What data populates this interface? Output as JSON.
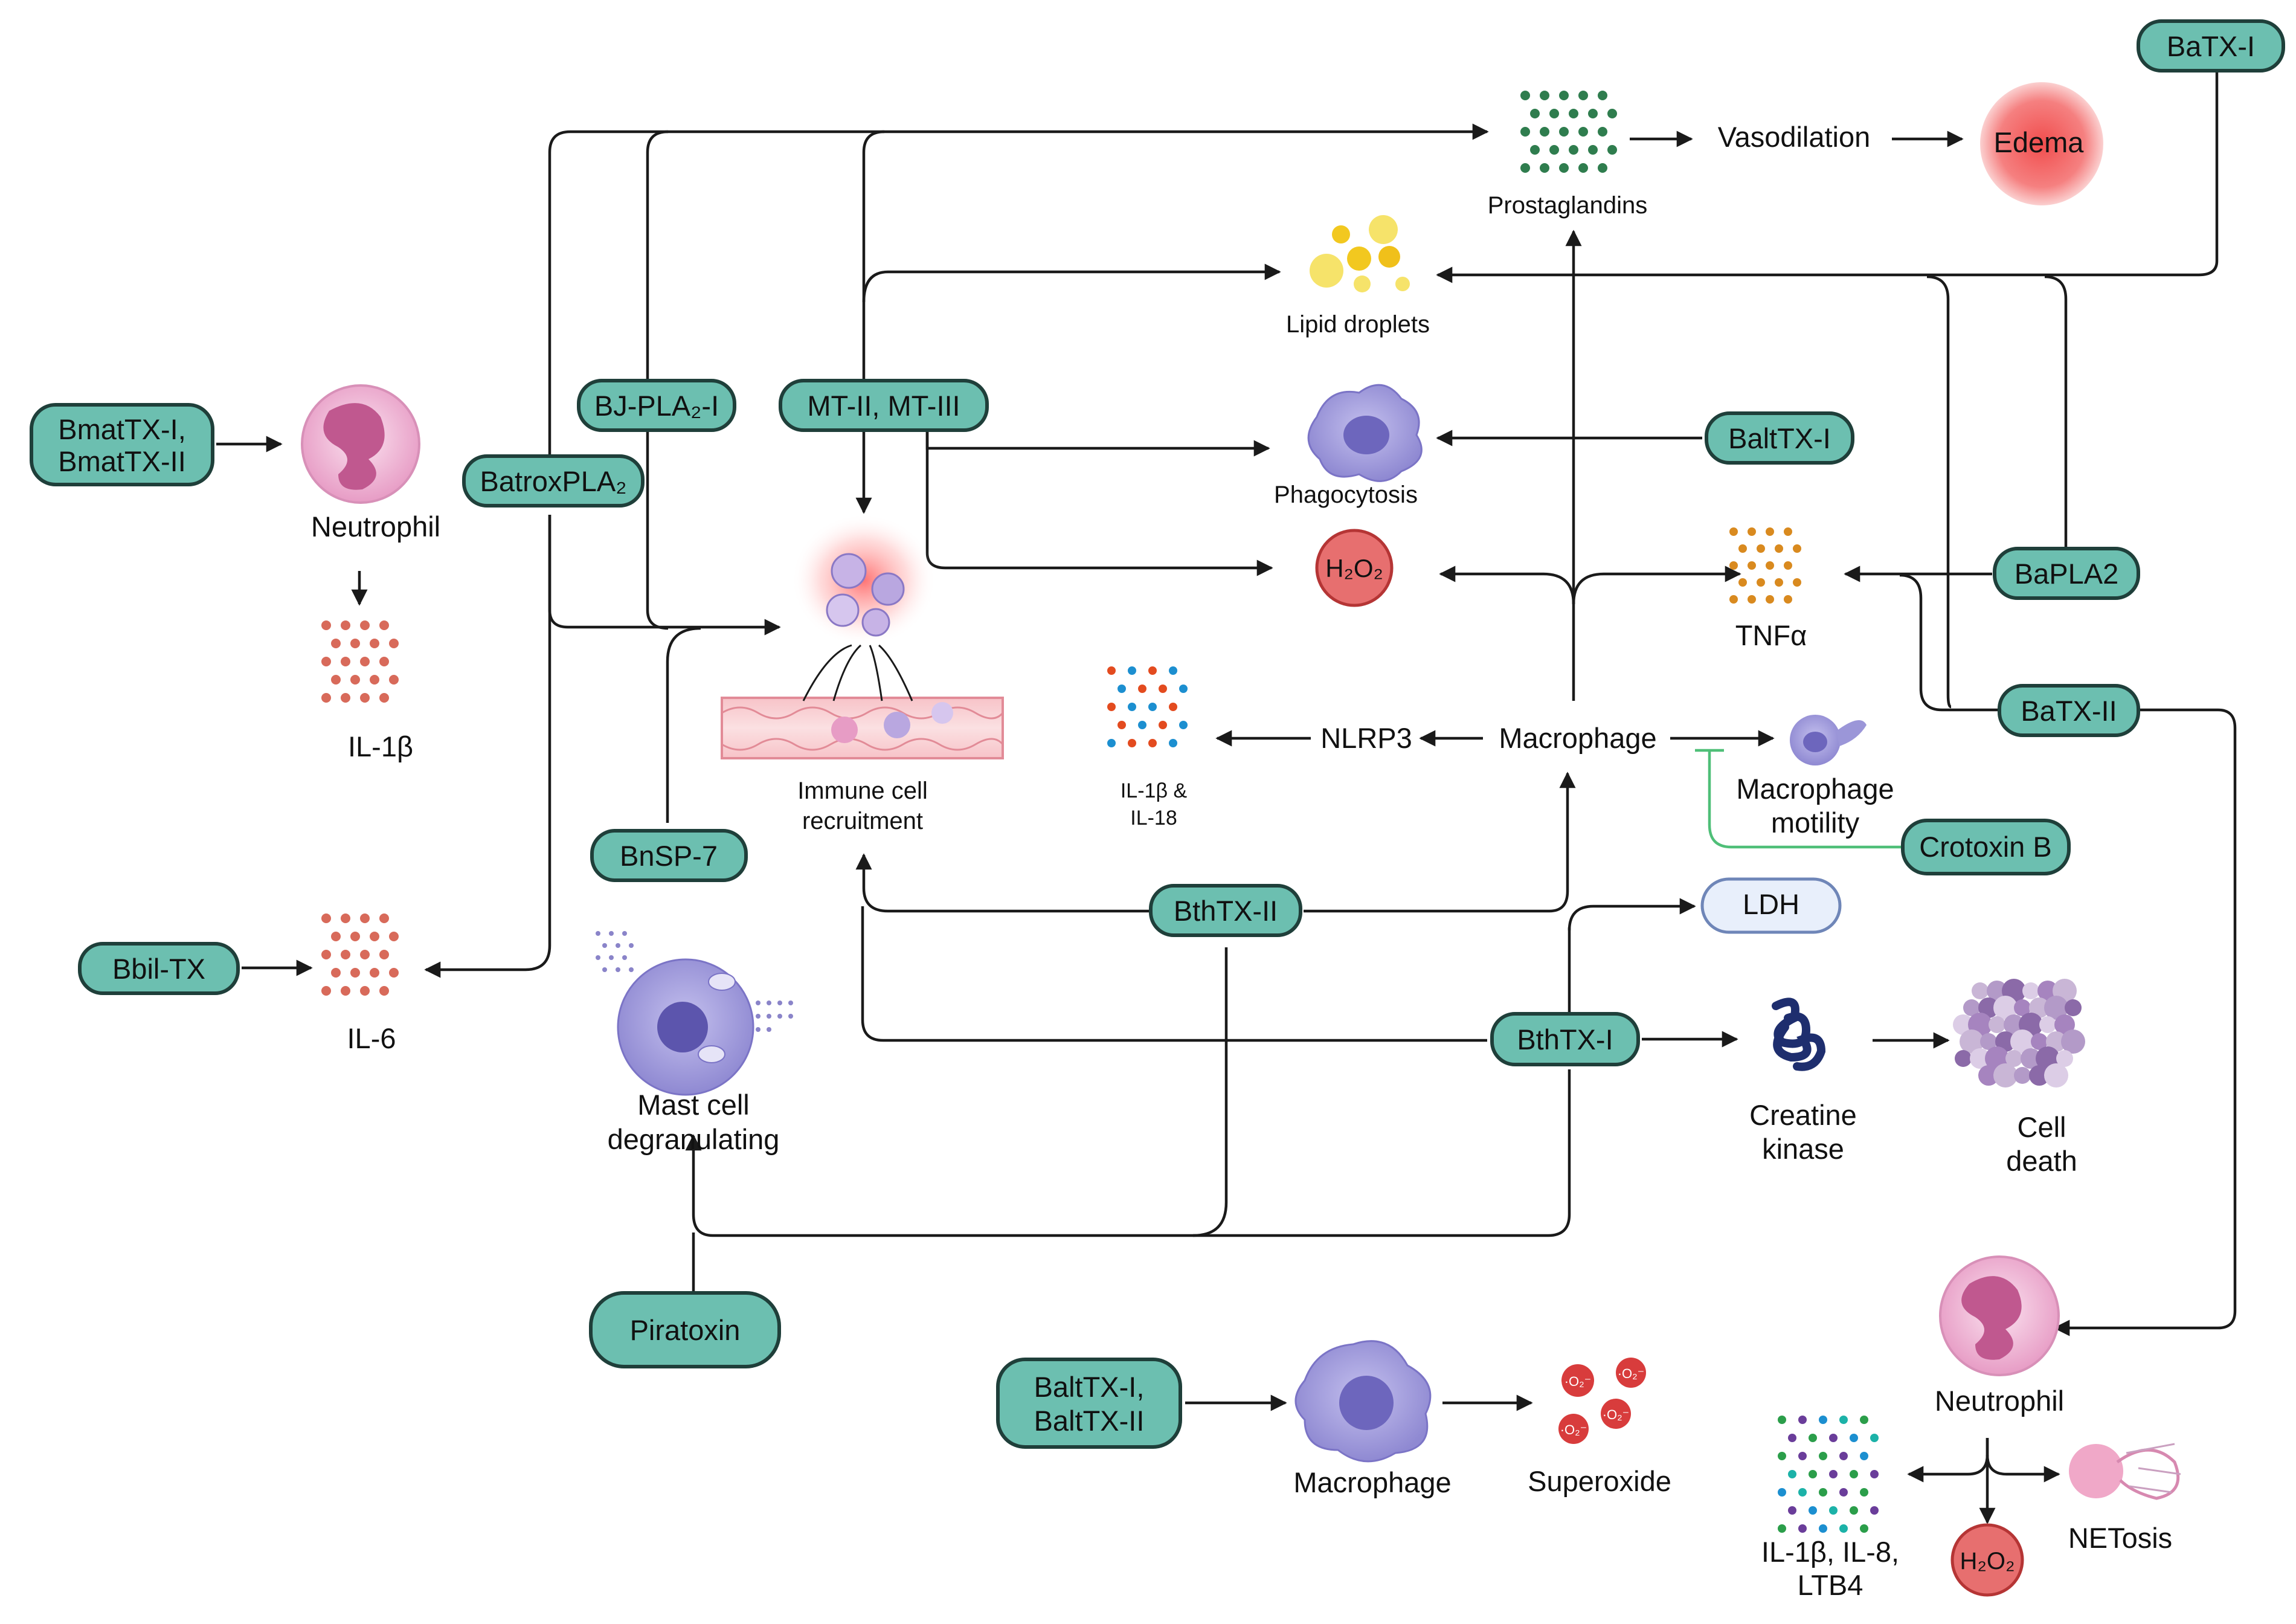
{
  "toxins": {
    "bmattx": [
      "BmatTX-I,",
      "BmatTX-II"
    ],
    "bjpla2": "BJ-PLA₂-I",
    "mt": "MT-II, MT-III",
    "batroxpla2": "BatroxPLA₂",
    "bnsp7": "BnSP-7",
    "bbiltx": "Bbil-TX",
    "bthtx2": "BthTX-II",
    "bthtx1": "BthTX-I",
    "piratoxin": "Piratoxin",
    "balttx12": [
      "BaltTX-I,",
      "BaltTX-II"
    ],
    "batx1": "BaTX-I",
    "balttx1": "BaltTX-I",
    "bapla2": "BaPLA2",
    "batx2": "BaTX-II",
    "crotoxinb": "Crotoxin B"
  },
  "labels": {
    "prostaglandins": "Prostaglandins",
    "vasodilation": "Vasodilation",
    "edema": "Edema",
    "lipid_droplets": "Lipid droplets",
    "phagocytosis": "Phagocytosis",
    "h2o2": "H₂O₂",
    "tnfa": "TNFα",
    "neutrophil": "Neutrophil",
    "il1b": "IL-1β",
    "il6": "IL-6",
    "immune_recruitment": [
      "Immune cell",
      "recruitment"
    ],
    "il1b_il18": [
      "IL-1β &",
      "IL-18"
    ],
    "nlrp3": "NLRP3",
    "macrophage": "Macrophage",
    "macrophage_motility": [
      "Macrophage",
      "motility"
    ],
    "ldh": "LDH",
    "mast_cell": [
      "Mast cell",
      "degranulating"
    ],
    "creatine_kinase": [
      "Creatine",
      "kinase"
    ],
    "cell_death": [
      "Cell",
      "death"
    ],
    "macrophage_bottom": "Macrophage",
    "superoxide": "Superoxide",
    "neutrophil_bottom": "Neutrophil",
    "netosis": "NETosis",
    "il1b_il8_ltb4": [
      "IL-1β, IL-8,",
      "LTB4"
    ],
    "h2o2_bottom": "H₂O₂",
    "superoxide_symbol": "·O₂⁻"
  },
  "colors": {
    "toxin_fill": "#6cbfb0",
    "toxin_border": "#1f3f3a",
    "prostaglandin_dots": "#2f7d4e",
    "tnf_dots": "#d98a1f",
    "il_dots": "#d86a5a",
    "macrophage": "#9b96d8",
    "neutrophil": "#e6a6c9",
    "edema": "#f36b6b",
    "inhibition": "#4fbf78"
  }
}
